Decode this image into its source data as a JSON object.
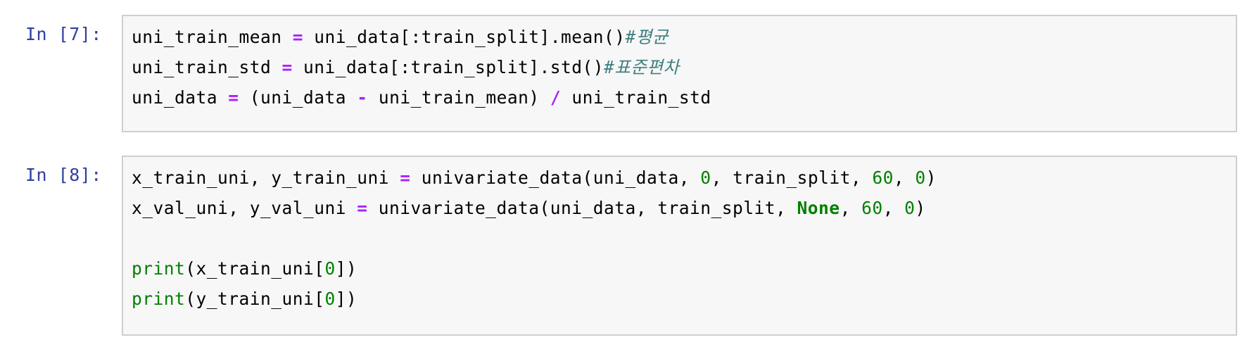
{
  "notebook": {
    "cells": [
      {
        "type": "code",
        "prompt": "In [7]:",
        "lines": [
          {
            "tokens": [
              {
                "t": "uni_train_mean ",
                "k": "plain"
              },
              {
                "t": "=",
                "k": "op"
              },
              {
                "t": " uni_data[:train_split].mean()",
                "k": "plain"
              },
              {
                "t": "#평균",
                "k": "cm"
              }
            ]
          },
          {
            "tokens": [
              {
                "t": "uni_train_std ",
                "k": "plain"
              },
              {
                "t": "=",
                "k": "op"
              },
              {
                "t": " uni_data[:train_split].std()",
                "k": "plain"
              },
              {
                "t": "#표준편차",
                "k": "cm"
              }
            ]
          },
          {
            "tokens": [
              {
                "t": "uni_data ",
                "k": "plain"
              },
              {
                "t": "=",
                "k": "op"
              },
              {
                "t": " (uni_data ",
                "k": "plain"
              },
              {
                "t": "-",
                "k": "op"
              },
              {
                "t": " uni_train_mean) ",
                "k": "plain"
              },
              {
                "t": "/",
                "k": "op"
              },
              {
                "t": " uni_train_std",
                "k": "plain"
              }
            ]
          }
        ]
      },
      {
        "type": "code",
        "prompt": "In [8]:",
        "lines": [
          {
            "tokens": [
              {
                "t": "x_train_uni, y_train_uni ",
                "k": "plain"
              },
              {
                "t": "=",
                "k": "op"
              },
              {
                "t": " univariate_data(uni_data, ",
                "k": "plain"
              },
              {
                "t": "0",
                "k": "num"
              },
              {
                "t": ", train_split, ",
                "k": "plain"
              },
              {
                "t": "60",
                "k": "num"
              },
              {
                "t": ", ",
                "k": "plain"
              },
              {
                "t": "0",
                "k": "num"
              },
              {
                "t": ")",
                "k": "plain"
              }
            ]
          },
          {
            "tokens": [
              {
                "t": "x_val_uni, y_val_uni ",
                "k": "plain"
              },
              {
                "t": "=",
                "k": "op"
              },
              {
                "t": " univariate_data(uni_data, train_split, ",
                "k": "plain"
              },
              {
                "t": "None",
                "k": "kw"
              },
              {
                "t": ", ",
                "k": "plain"
              },
              {
                "t": "60",
                "k": "num"
              },
              {
                "t": ", ",
                "k": "plain"
              },
              {
                "t": "0",
                "k": "num"
              },
              {
                "t": ")",
                "k": "plain"
              }
            ]
          },
          {
            "tokens": []
          },
          {
            "tokens": [
              {
                "t": "print",
                "k": "builtin"
              },
              {
                "t": "(x_train_uni[",
                "k": "plain"
              },
              {
                "t": "0",
                "k": "num"
              },
              {
                "t": "])",
                "k": "plain"
              }
            ]
          },
          {
            "tokens": [
              {
                "t": "print",
                "k": "builtin"
              },
              {
                "t": "(y_train_uni[",
                "k": "plain"
              },
              {
                "t": "0",
                "k": "num"
              },
              {
                "t": "])",
                "k": "plain"
              }
            ]
          }
        ]
      }
    ]
  },
  "colors": {
    "prompt": "#303F9F",
    "operator": "#AA22FF",
    "number": "#008000",
    "keyword": "#008000",
    "builtin": "#008000",
    "comment": "#408080",
    "cell_background": "#f7f7f7",
    "cell_border": "#cfcfcf"
  }
}
